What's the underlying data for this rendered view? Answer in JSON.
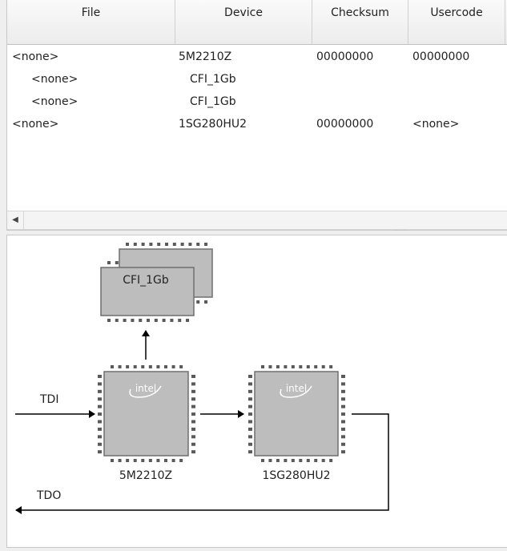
{
  "table": {
    "columns": [
      "File",
      "Device",
      "Checksum",
      "Usercode"
    ],
    "rows": [
      {
        "file": "<none>",
        "device": "5M2210Z",
        "checksum": "00000000",
        "usercode": "00000000",
        "indent": false
      },
      {
        "file": "<none>",
        "device": "CFI_1Gb",
        "checksum": "",
        "usercode": "",
        "indent": true
      },
      {
        "file": "<none>",
        "device": "CFI_1Gb",
        "checksum": "",
        "usercode": "",
        "indent": true
      },
      {
        "file": "<none>",
        "device": "1SG280HU2",
        "checksum": "00000000",
        "usercode": "<none>",
        "indent": false
      }
    ]
  },
  "diagram": {
    "tdi_label": "TDI",
    "tdo_label": "TDO",
    "flash_label": "CFI_1Gb",
    "chips": [
      {
        "label": "5M2210Z",
        "logo": "intel"
      },
      {
        "label": "1SG280HU2",
        "logo": "intel"
      }
    ],
    "colors": {
      "chip_fill": "#bdbdbd",
      "chip_border": "#6e6e6e",
      "pin": "#5a5a5a",
      "line": "#000000"
    }
  }
}
